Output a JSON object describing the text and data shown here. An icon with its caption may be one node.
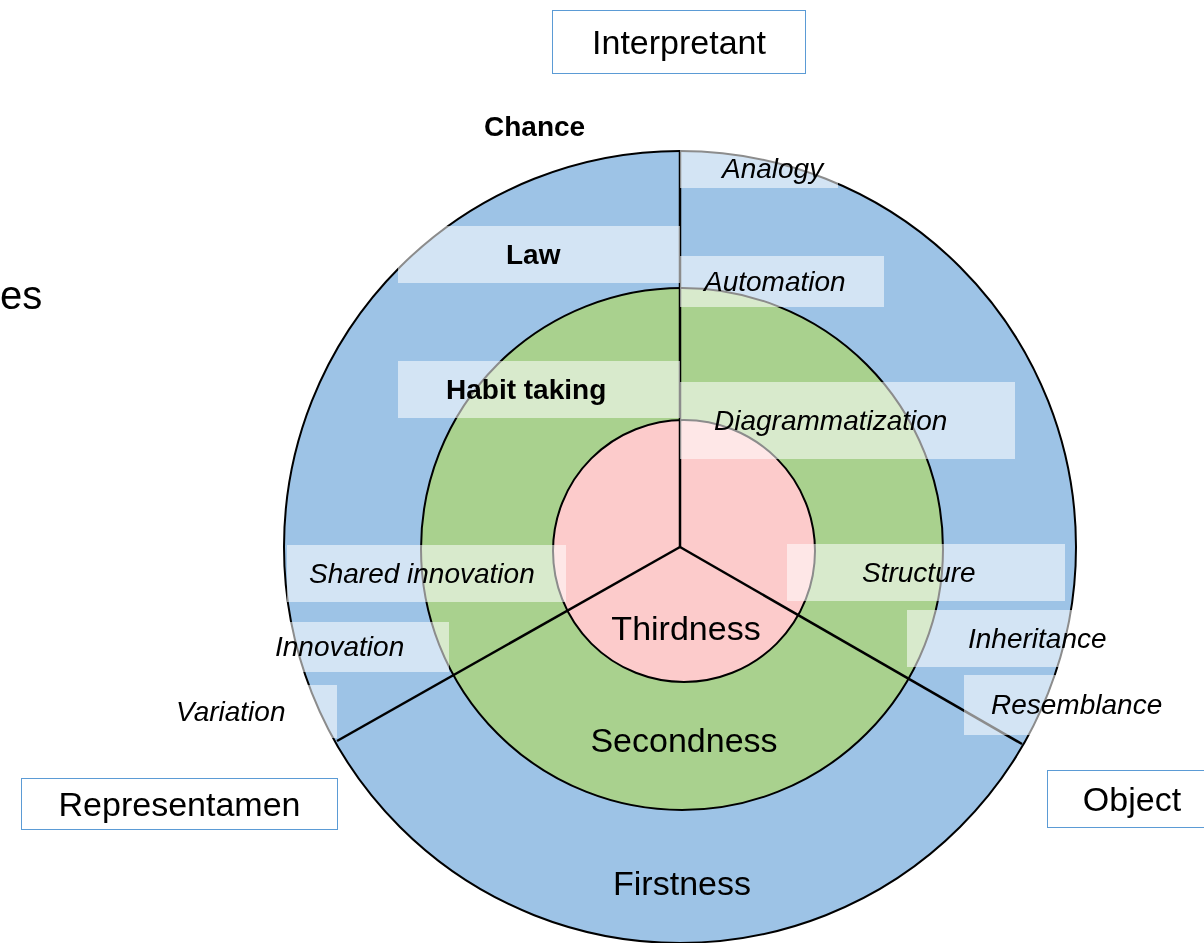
{
  "diagram": {
    "nodes": [
      {
        "text": [
          "Interpretant"
        ]
      },
      {
        "text": [
          "Firstness"
        ]
      },
      {
        "text": [
          "Secondness"
        ],
        "in": 1
      },
      {
        "text": [
          "Thirdness"
        ],
        "in": 2
      },
      {
        "text": [
          "Representamen"
        ]
      },
      {
        "text": [
          "Object"
        ]
      }
    ],
    "labels": [
      "es",
      "Chance",
      "Analogy",
      "Law",
      "Automation",
      "Habit taking",
      "Diagrammatization",
      "Shared innovation",
      "Structure",
      "Innovation",
      "Inheritance",
      "Variation",
      "Resemblance"
    ]
  }
}
